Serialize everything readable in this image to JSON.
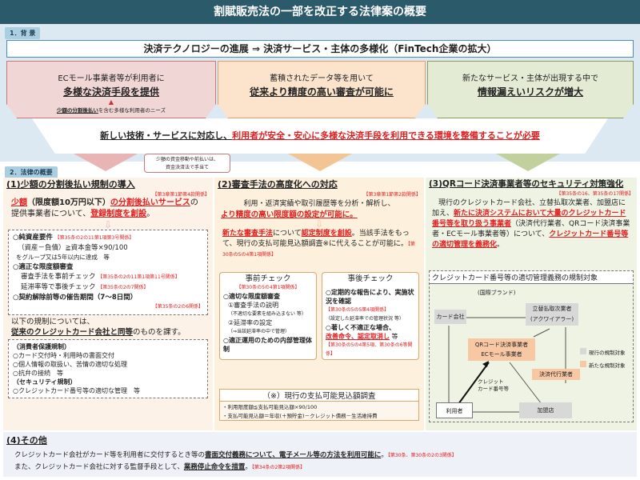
{
  "title": "割賦販売法の一部を改正する法律案の概要",
  "section1": {
    "label": "1．背 景",
    "banner": "決済テクノロジーの進展 ⇒ 決済サービス・主体の多様化（FinTech企業の拡大）",
    "boxes": [
      {
        "line1": "ECモール事業者等が利用者に",
        "line2": "多様な決済手段を提供",
        "note_bold": "少額の分割後払い",
        "note_rest": "を含む多様な利用者のニーズ"
      },
      {
        "line1": "蓄積されたデータ等を用いて",
        "line2": "従来より精度の高い審査が可能に"
      },
      {
        "line1": "新たなサービス・主体が出現する中で",
        "line2": "情報漏えいリスクが増大"
      }
    ],
    "need_prefix": "新しい技術・サービスに対応し、",
    "need_red": "利用者が安全・安心に多様な決済手段を利用できる環境を整備することが必要"
  },
  "callout": {
    "line1": "少額の資金移動や前払いは、",
    "line2": "資金決済法で手当て"
  },
  "section2": {
    "label": "2．法律の概要",
    "col1": {
      "heading": "(1)少額の分割後払い規制の導入",
      "ref": "【第3章第1節第4款関係】",
      "lead_red1": "少額",
      "lead_mid": "（限度額10万円以下）",
      "lead_red2": "の分割後払いサービス",
      "lead_rest": "の提供事業者について、",
      "lead_red3": "登録制度を創設",
      "lead_end": "。",
      "req1_title": "○純資産要件",
      "req1_ref": "【第35条の2の11第1項第3号関係】",
      "req1_l1": "（資産－負債）≧資本金等×90/100",
      "req1_l2": "をグループ又は5年以内に達成　等",
      "req2_title": "○適正な限度額審査",
      "req2_l1": "審査手法を事前チェック",
      "req2_l1_ref": "【第35条の2の11第1項第11号関係】",
      "req2_l2": "延滞率等で事後チェック",
      "req2_l2_ref": "【第35条の2の7関係】",
      "req3_title": "○契約解除前等の催告期間（7～8日間）",
      "req3_ref": "【第35条の2の6関係】",
      "follow1": "以下の規制については、",
      "follow2_bold": "従来のクレジットカード会社と同等",
      "follow2_rest": "のものを課す。",
      "list_h1": "（消費者保護規制）",
      "list_items1": [
        "○カード交付時・利用時の書面交付",
        "○個人情報の取扱い、苦情の適切な処理",
        "○抗弁の接続　等"
      ],
      "list_h2": "（セキュリティ規制）",
      "list_items2": [
        "○クレジットカード番号等の適切な管理　等"
      ]
    },
    "col2": {
      "heading": "(2)審査手法の高度化への対応",
      "ref": "【第3章第1節第2款関係】",
      "lead1": "利用・返済実績や取引履歴等を分析・解析し、",
      "lead2": "より精度の高い限度額の設定が可能に。",
      "p_red1": "新たな審査手法",
      "p_mid1": "について",
      "p_red2": "認定制度を創設",
      "p_rest": "。当該手法をもって、現行の支払可能見込額調査※に代えることが可能に。",
      "p_ref": "【第30条の5の4第1項関係】",
      "pre_title": "事前チェック",
      "pre_ref": "【第30条の5の4第1項関係】",
      "pre_items": [
        "○適切な限度額審査",
        "①審査手法の説明",
        "（不適切な要素を組み込まない 等）",
        "②延滞率の設定",
        "（⇒当該延滞率の中で管理）",
        "○適正運用のための内部管理体制"
      ],
      "post_title": "事後チェック",
      "post_i1": "○定期的な報告により、実施状況を確認",
      "post_ref1": "【第30条の5の5第4項関係】",
      "post_i1_note": "（設定した延滞率での管理状況 等）",
      "post_i2": "○著しく不適正な場合、",
      "post_i2_red": "改善命令、認定取消し",
      "post_i2_end": "等",
      "post_ref2": "【第30条の5の4第5項、第30条の6等関係】",
      "note_title": "（※）現行の支払可能見込額調査",
      "note_l1": "・利用限度額≦支払可能見込額×90/100",
      "note_l2": "・支払可能見込額＝年収(＋預貯金)－クレジット債務－生活維持費"
    },
    "col3": {
      "heading": "(3)QRコード決済事業者等のセキュリティ対策強化",
      "ref": "【第35条の16、第35条の17関係】",
      "p1": "現行のクレジットカード会社、立替払取次業者、加盟店に加え、",
      "p_red1": "新たに決済システムにおいて大量のクレジットカード番号等を取り扱う事業者",
      "p2": "（決済代行業者、QRコード決済事業者・ECモール事業者等）について、",
      "p_red2": "クレジットカード番号等の適切管理を義務化",
      "p_end": "。",
      "diagram_title": "クレジットカード番号等の適切管理義務の規制対象",
      "brand": "(国際ブランド)",
      "nodes": {
        "card": "カード会社",
        "acq1": "立替払取次業者",
        "acq2": "(アクワイアラー)",
        "qr1": "QRコード決済事業者",
        "qr2": "ECモール事業者",
        "agent": "決済代行業者",
        "user": "利用者",
        "merchant": "加盟店",
        "arrow1": "クレジット",
        "arrow2": "カード番号等"
      },
      "legend": {
        "current": "現行の規制対象",
        "new": "新たな規制対象"
      }
    }
  },
  "section4": {
    "heading": "(4)その他",
    "l1_pre": "クレジットカード会社がカード等を利用者に交付するとき等の",
    "l1_bold": "書面交付義務について、電子メール等の方法を利用可能に",
    "l1_end": "。",
    "l1_ref": "【第30条、第30条の2の3関係】",
    "l2_pre": "また、クレジットカード会社に対する監督手段として、",
    "l2_bold": "業務停止命令を措置",
    "l2_end": "。",
    "l2_ref": "【第34条の2第2項関係】"
  },
  "colors": {
    "header": "#2b5a6b",
    "red": "#e02020",
    "current": "#d8d8d8",
    "new": "#f8c7a4"
  }
}
